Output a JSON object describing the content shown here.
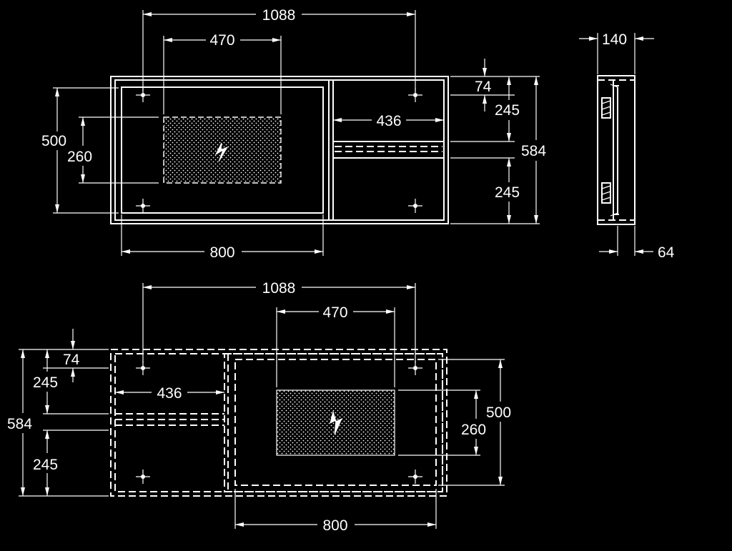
{
  "colors": {
    "background": "#000000",
    "lines": "#ffffff"
  },
  "top_view": {
    "width_total": "1088",
    "panel_width": "470",
    "compartment_width": "436",
    "top_offset": "74",
    "upper_section": "245",
    "total_height": "584",
    "lower_section": "245",
    "inner_height": "500",
    "panel_height": "260",
    "door_width": "800"
  },
  "side_view": {
    "depth": "140",
    "frame_depth": "64"
  },
  "bottom_view": {
    "width_total": "1088",
    "panel_width": "470",
    "top_offset": "74",
    "upper_section": "245",
    "compartment_width": "436",
    "total_height": "584",
    "lower_section": "245",
    "inner_height": "500",
    "panel_height": "260",
    "door_width": "800"
  },
  "icons": [
    "lightning-symbol-icon",
    "mounting-hole-icon"
  ]
}
